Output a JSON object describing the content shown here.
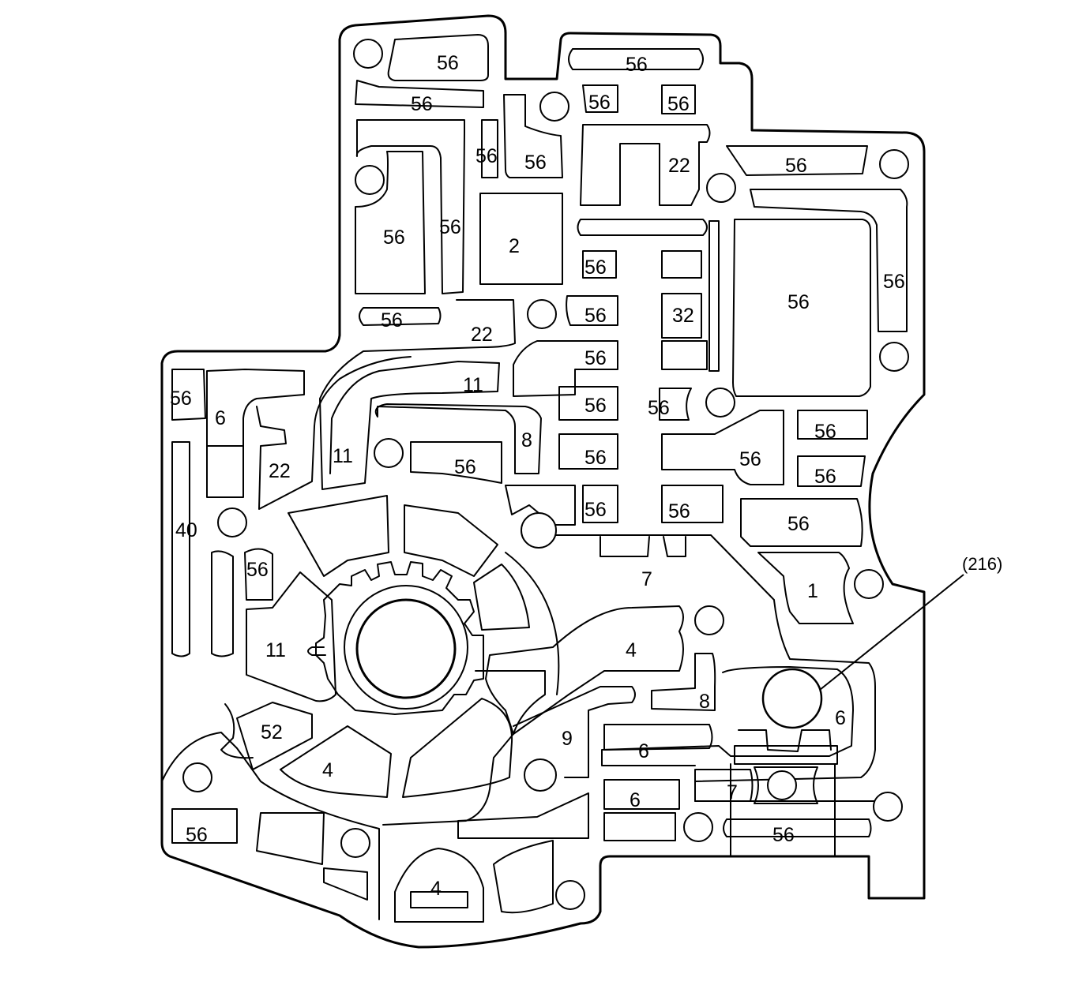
{
  "callout": {
    "label": "(216)"
  },
  "passages": [
    "56",
    "56",
    "56",
    "56",
    "56",
    "56",
    "56",
    "22",
    "56",
    "56",
    "2",
    "56",
    "56",
    "56",
    "56",
    "56",
    "32",
    "56",
    "22",
    "56",
    "56",
    "11",
    "56",
    "6",
    "56",
    "8",
    "56",
    "56",
    "56",
    "22",
    "11",
    "56",
    "56",
    "56",
    "56",
    "56",
    "40",
    "56",
    "1",
    "7",
    "11",
    "4",
    "8",
    "6",
    "52",
    "9",
    "6",
    "4",
    "7",
    "6",
    "56",
    "56",
    "4"
  ]
}
